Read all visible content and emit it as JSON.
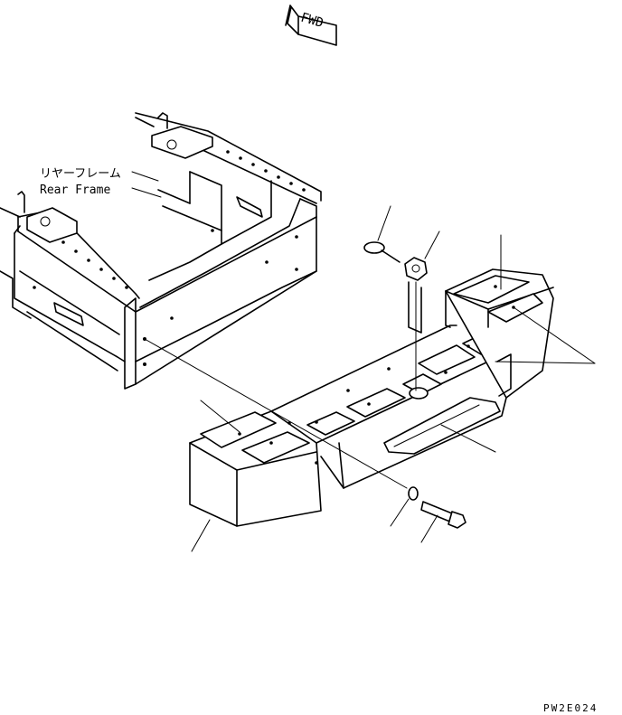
{
  "diagram": {
    "direction_arrow": {
      "label": "FWD",
      "icon": "forward-arrow-icon"
    },
    "rear_frame": {
      "label_jp": "リヤーフレーム",
      "label_en": "Rear Frame"
    },
    "part_code": "PW2E024"
  }
}
